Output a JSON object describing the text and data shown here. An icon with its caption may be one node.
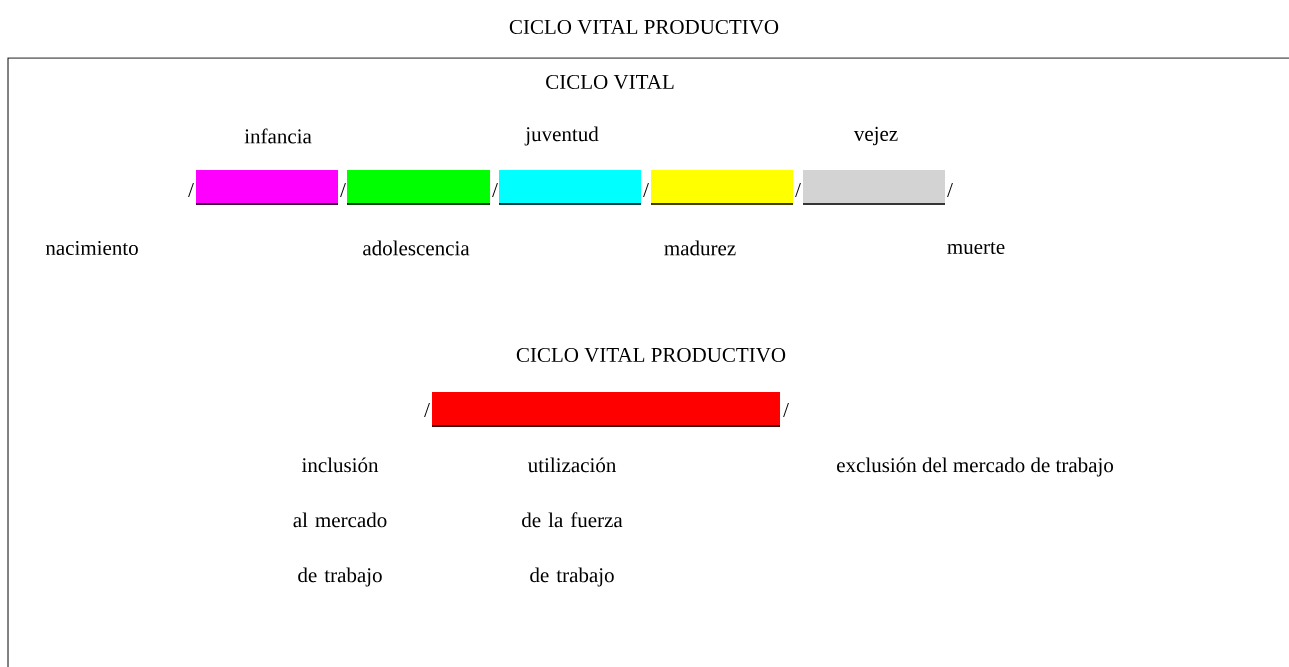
{
  "diagram": {
    "title": "CICLO VITAL PRODUCTIVO",
    "nodes": [
      {
        "text": [],
        "shape": "bar"
      },
      {
        "text": [],
        "shape": "bar"
      },
      {
        "text": [],
        "shape": "bar"
      },
      {
        "text": [],
        "shape": "bar"
      },
      {
        "text": [],
        "shape": "bar"
      },
      {
        "text": [],
        "shape": "bar"
      }
    ],
    "labels": [
      "CICLO VITAL",
      "infancia",
      "juventud",
      "vejez",
      "/",
      "/",
      "/",
      "/",
      "/",
      "/",
      "nacimiento",
      "adolescencia",
      "madurez",
      "muerte",
      "CICLO VITAL PRODUCTIVO",
      "/",
      "/",
      "inclusión al mercado de trabajo",
      "utilización de la fuerza de trabajo",
      "exclusión del mercado de trabajo"
    ]
  }
}
